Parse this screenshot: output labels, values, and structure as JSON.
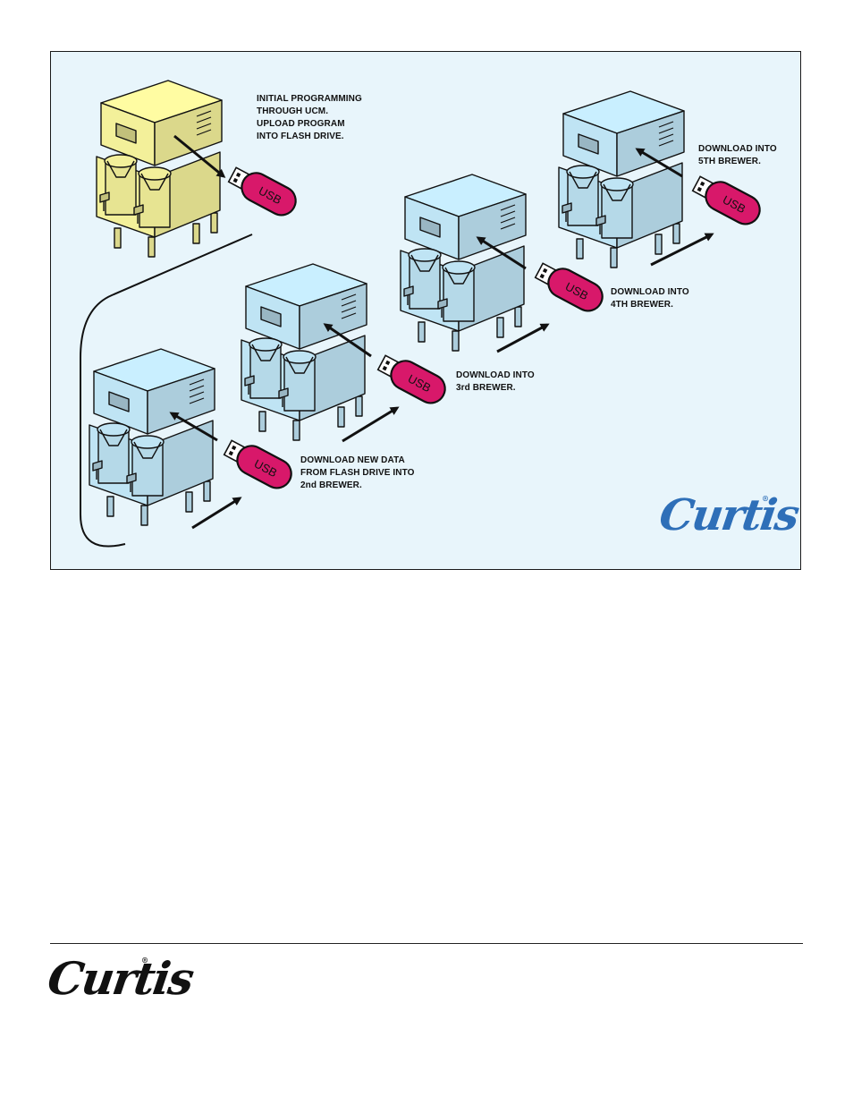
{
  "captions": {
    "initial": [
      "INITIAL PROGRAMMING",
      "THROUGH UCM.",
      "UPLOAD PROGRAM",
      "INTO FLASH DRIVE."
    ],
    "second": [
      "DOWNLOAD NEW DATA",
      "FROM FLASH DRIVE INTO",
      "2nd BREWER."
    ],
    "third": [
      "DOWNLOAD INTO",
      "3rd BREWER."
    ],
    "fourth": [
      "DOWNLOAD INTO",
      "4TH BREWER."
    ],
    "fifth": [
      "DOWNLOAD INTO",
      "5TH BREWER."
    ]
  },
  "usb_label": "USB",
  "brand": {
    "name": "Curtis",
    "registered": "®"
  },
  "colors": {
    "panel_background": "#e8f5fb",
    "brewer_initial": "#f3f09a",
    "brewer_other": "#bfe4f4",
    "usb_body": "#d8186a",
    "logo_blue": "#2e6fb8",
    "logo_black": "#111111"
  },
  "icons": {
    "brewer": "coffee-brewer-icon",
    "usb": "usb-flash-drive-icon",
    "arrow": "arrow-icon"
  }
}
